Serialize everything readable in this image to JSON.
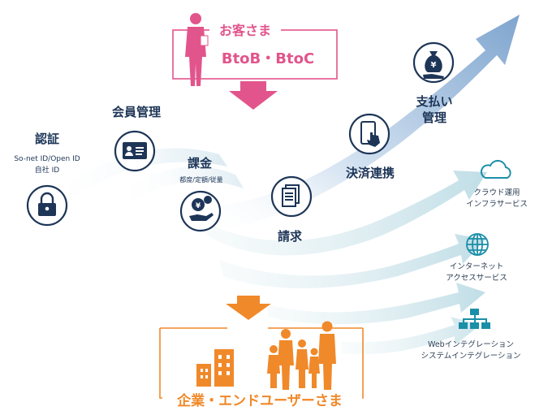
{
  "customer": {
    "title": "お客さま",
    "models": "BtoB・BtoC"
  },
  "steps": {
    "auth": {
      "title": "認証",
      "sub1": "So-net ID/Open ID",
      "sub2": "自社 ID",
      "icon": "lock-icon"
    },
    "member": {
      "title": "会員管理",
      "icon": "id-card-icon"
    },
    "billing": {
      "title": "課金",
      "sub": "都度/定額/従量",
      "icon": "coin-hand-icon"
    },
    "invoice": {
      "title": "請求",
      "icon": "document-icon"
    },
    "settlement": {
      "title": "決済連携",
      "icon": "smartphone-touch-icon"
    },
    "payment": {
      "title1": "支払い",
      "title2": "管理",
      "icon": "money-bag-icon"
    }
  },
  "services": [
    {
      "line1": "クラウド運用",
      "line2": "インフラサービス",
      "icon": "cloud-icon"
    },
    {
      "line1": "インターネット",
      "line2": "アクセスサービス",
      "icon": "globe-icon"
    },
    {
      "line1": "Webインテグレーション",
      "line2": "システムインテグレーション",
      "icon": "network-hierarchy-icon"
    }
  ],
  "enterprise": {
    "title": "企業・エンドユーザーさま"
  },
  "colors": {
    "pink": "#e2558c",
    "orange": "#f0892a",
    "navy": "#1d3557",
    "teal": "#1b8ea8",
    "arrow": "#a9c4e0"
  }
}
